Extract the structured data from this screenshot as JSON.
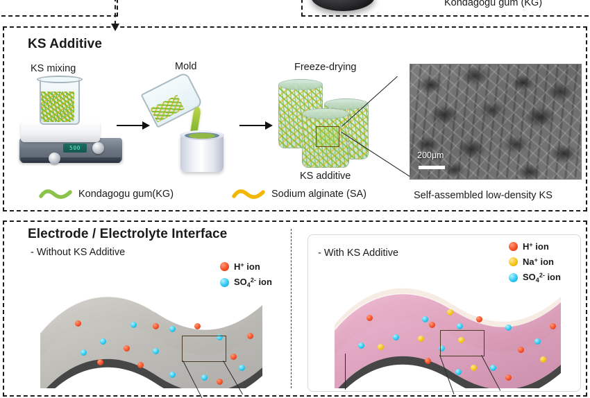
{
  "figure": {
    "type": "scientific-process-schematic",
    "panels": [
      {
        "id": "ks-additive",
        "title": "KS Additive",
        "border": "dashed"
      },
      {
        "id": "electrode-electrolyte-interface",
        "title": "Electrode / Electrolyte Interface",
        "border": "dashed"
      }
    ]
  },
  "top_partial": {
    "right_label": "Kondagogu gum (KG)"
  },
  "ks_panel": {
    "title": "KS Additive",
    "steps": [
      {
        "label": "KS mixing",
        "icon": "beaker-on-magnetic-stirrer-icon"
      },
      {
        "label": "Mold",
        "icon": "pouring-beaker-into-mold-icon"
      },
      {
        "label": "Freeze-drying",
        "icon": "freeze-dried-cylinders-icon"
      }
    ],
    "product_label": "KS additive",
    "sem": {
      "caption": "Self-assembled low-density KS",
      "scale_bar_label": "200μm"
    },
    "legend": [
      {
        "label": "Kondagogu gum(KG)",
        "color": "#8bc34a",
        "marker": "squiggle"
      },
      {
        "label": "Sodium alginate (SA)",
        "color": "#f2b705",
        "marker": "squiggle"
      }
    ],
    "stirrer_display": "500"
  },
  "interface_panel": {
    "title": "Electrode / Electrolyte Interface",
    "left": {
      "subtitle": "- Without KS Additive",
      "electrode_color": "#c8c2b0",
      "legend": [
        {
          "species": "H",
          "charge": "+",
          "label_prefix": "H",
          "label_suffix": " ion",
          "color": "#f4522a",
          "icon": "h-ion-dot"
        },
        {
          "species": "SO4",
          "charge": "2-",
          "label_prefix": "SO",
          "label_suffix": " ion",
          "color": "#2fc8f0",
          "icon": "so4-ion-dot"
        }
      ]
    },
    "right": {
      "subtitle": "- With KS Additive",
      "electrode_color": "#e0a0bd",
      "legend": [
        {
          "species": "H",
          "charge": "+",
          "label_prefix": "H",
          "label_suffix": " ion",
          "color": "#f4522a",
          "icon": "h-ion-dot"
        },
        {
          "species": "Na",
          "charge": "+",
          "label_prefix": "Na",
          "label_suffix": " ion",
          "color": "#f5c518",
          "icon": "na-ion-dot"
        },
        {
          "species": "SO4",
          "charge": "2-",
          "label_prefix": "SO",
          "label_suffix": " ion",
          "color": "#2fc8f0",
          "icon": "so4-ion-dot"
        }
      ]
    }
  },
  "colors": {
    "kg_green": "#8bc34a",
    "sa_yellow": "#f2b705",
    "h_ion": "#f4522a",
    "na_ion": "#f5c518",
    "so4_ion": "#2fc8f0",
    "panel_border": "#1a1a1a",
    "electrode_plain": "#c8c2b0",
    "electrode_ks": "#e0a0bd"
  }
}
